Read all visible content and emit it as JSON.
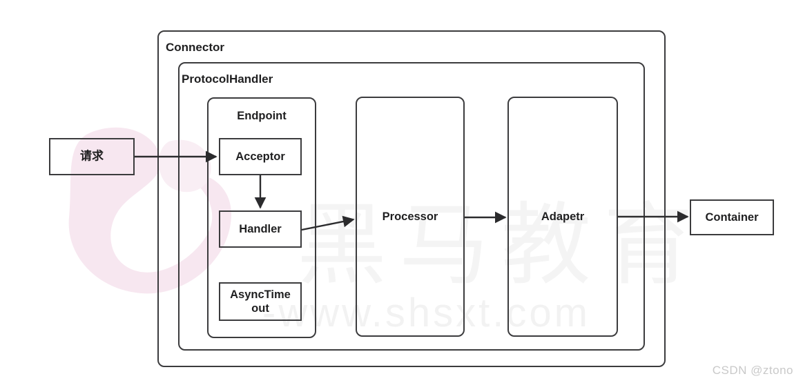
{
  "diagram": {
    "title": "Tomcat Connector architecture flow",
    "watermarks": {
      "csdn": "CSDN @ztono",
      "site": "-www.shsxt.com",
      "cjk": "黑马教育"
    },
    "groups": [
      {
        "id": "connector",
        "label": "Connector"
      },
      {
        "id": "protocolhandler",
        "label": "ProtocolHandler"
      },
      {
        "id": "endpoint",
        "label": "Endpoint"
      }
    ],
    "nodes": [
      {
        "id": "request",
        "label": "请求",
        "shape": "rect"
      },
      {
        "id": "acceptor",
        "label": "Acceptor",
        "shape": "rect"
      },
      {
        "id": "handler",
        "label": "Handler",
        "shape": "rect"
      },
      {
        "id": "asynctimeout",
        "label": "AsyncTime\nout",
        "shape": "rect"
      },
      {
        "id": "processor",
        "label": "Processor",
        "shape": "round"
      },
      {
        "id": "adapetr",
        "label": "Adapetr",
        "shape": "round"
      },
      {
        "id": "container",
        "label": "Container",
        "shape": "rect"
      }
    ],
    "edges": [
      {
        "from": "request",
        "to": "acceptor",
        "style": "straight"
      },
      {
        "from": "acceptor",
        "to": "handler",
        "style": "straight"
      },
      {
        "from": "handler",
        "to": "processor",
        "style": "diagonal"
      },
      {
        "from": "processor",
        "to": "adapetr",
        "style": "straight"
      },
      {
        "from": "adapetr",
        "to": "container",
        "style": "straight"
      }
    ],
    "colors": {
      "stroke": "#3b3b3d",
      "text": "#1f1f20",
      "background": "#ffffff",
      "watermark_pink": "#f6e4ee",
      "watermark_gray": "#f2f2f2",
      "watermark_csdn": "#c9c9c9"
    }
  }
}
